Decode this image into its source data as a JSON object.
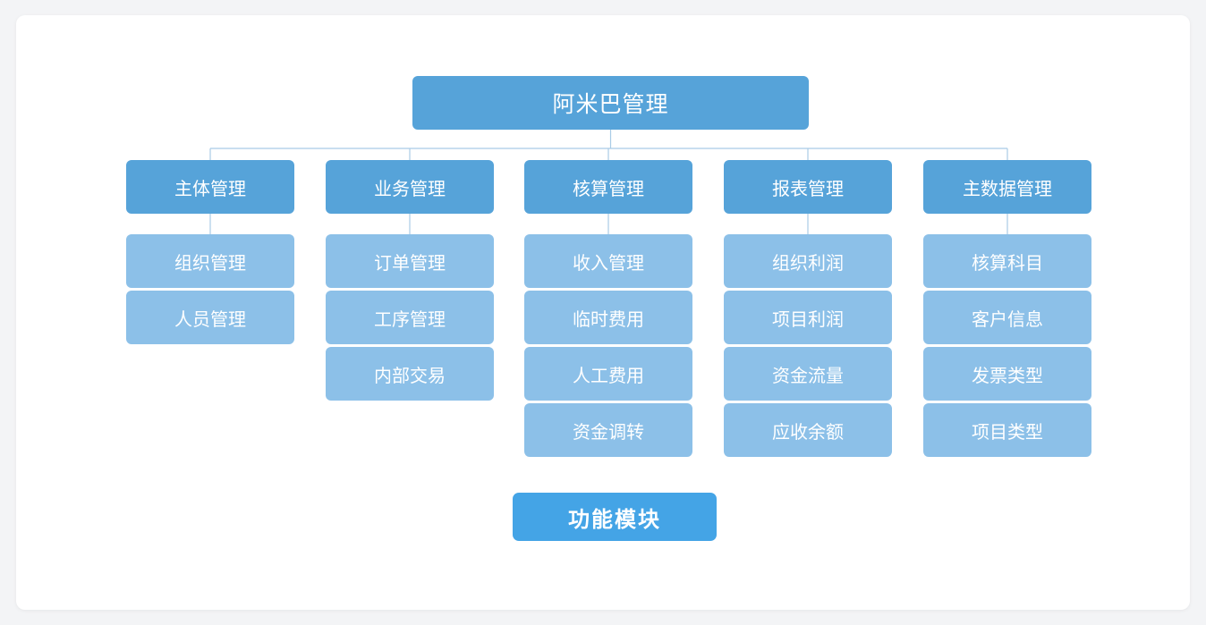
{
  "root": {
    "label": "阿米巴管理"
  },
  "categories": [
    {
      "label": "主体管理",
      "items": [
        "组织管理",
        "人员管理"
      ]
    },
    {
      "label": "业务管理",
      "items": [
        "订单管理",
        "工序管理",
        "内部交易"
      ]
    },
    {
      "label": "核算管理",
      "items": [
        "收入管理",
        "临时费用",
        "人工费用",
        "资金调转"
      ]
    },
    {
      "label": "报表管理",
      "items": [
        "组织利润",
        "项目利润",
        "资金流量",
        "应收余额"
      ]
    },
    {
      "label": "主数据管理",
      "items": [
        "核算科目",
        "客户信息",
        "发票类型",
        "项目类型"
      ]
    }
  ],
  "caption": {
    "label": "功能模块"
  },
  "colors": {
    "root": "#56a3d9",
    "category": "#56a3d9",
    "leaf": "#8cc0e8",
    "caption": "#44a4e6",
    "connector": "#a9cbe6"
  }
}
